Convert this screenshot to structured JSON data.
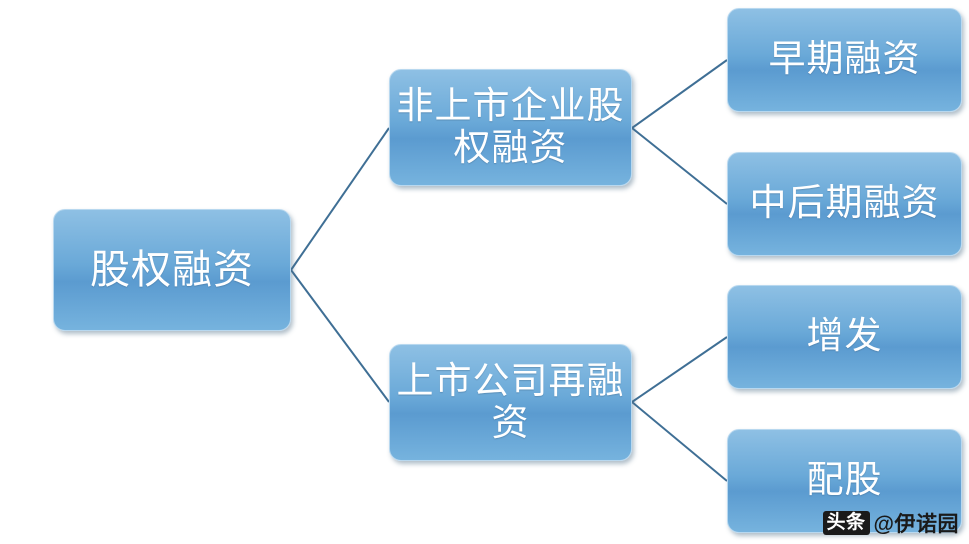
{
  "diagram": {
    "type": "tree",
    "title": "股权融资",
    "nodes": [
      {
        "id": "root",
        "label": "股权融资",
        "level": 0
      },
      {
        "id": "unlisted",
        "label": "非上市企业股权融资",
        "level": 1
      },
      {
        "id": "listed",
        "label": "上市公司再融资",
        "level": 1
      },
      {
        "id": "early",
        "label": "早期融资",
        "level": 2
      },
      {
        "id": "midlate",
        "label": "中后期融资",
        "level": 2
      },
      {
        "id": "issue",
        "label": "增发",
        "level": 2
      },
      {
        "id": "rights",
        "label": "配股",
        "level": 2
      }
    ],
    "edges": [
      {
        "from": "root",
        "to": "unlisted"
      },
      {
        "from": "root",
        "to": "listed"
      },
      {
        "from": "unlisted",
        "to": "early"
      },
      {
        "from": "unlisted",
        "to": "midlate"
      },
      {
        "from": "listed",
        "to": "issue"
      },
      {
        "from": "listed",
        "to": "rights"
      }
    ],
    "colors": {
      "node_fill": "#5b9bd0",
      "node_highlight": "#8ec0e4",
      "node_border": "#b8d8ef",
      "node_text": "#ffffff",
      "connector": "#3f6f95",
      "background": "#ffffff"
    }
  },
  "watermark": {
    "badge": "头条",
    "text": "@伊诺园"
  }
}
